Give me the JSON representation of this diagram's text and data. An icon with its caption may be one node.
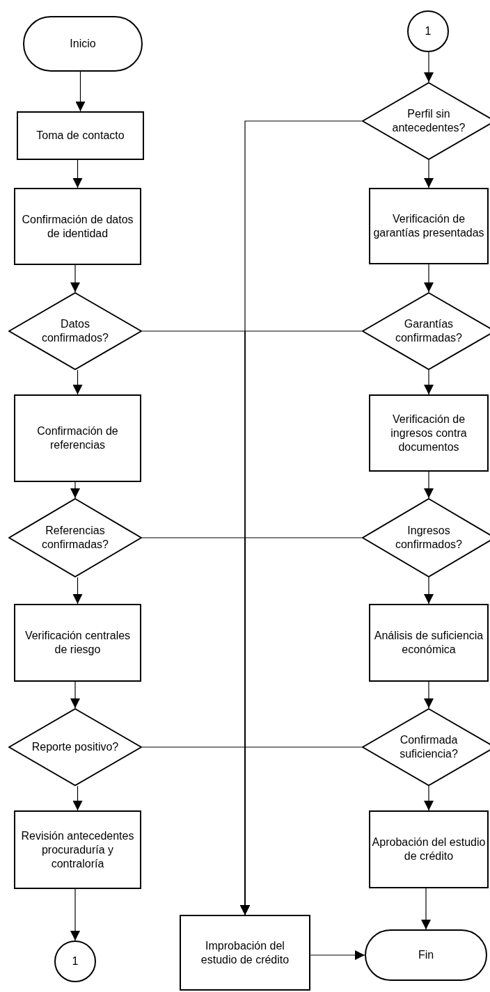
{
  "diagram": {
    "nodes": [
      {
        "text": [
          "Inicio"
        ]
      },
      {
        "text": [
          "Toma de contacto"
        ]
      },
      {
        "text": [
          "Confirmación de datos de identidad"
        ]
      },
      {
        "text": [
          "Datos confirmados?"
        ]
      },
      {
        "text": [
          "Confirmación de referencias"
        ]
      },
      {
        "text": [
          "Referencias confirmadas?"
        ]
      },
      {
        "text": [
          "Verificación centrales de riesgo"
        ]
      },
      {
        "text": [
          "Reporte positivo?"
        ]
      },
      {
        "text": [
          "Revisión antecedentes procuraduría y contraloría"
        ]
      },
      {
        "text": [
          "1"
        ]
      },
      {
        "text": [
          "1"
        ]
      },
      {
        "text": [
          "Perfil sin antecedentes?"
        ]
      },
      {
        "text": [
          "Verificación de garantías presentadas"
        ]
      },
      {
        "text": [
          "Garantías confirmadas?"
        ]
      },
      {
        "text": [
          "Verificación de ingresos contra documentos"
        ]
      },
      {
        "text": [
          "Ingresos confirmados?"
        ]
      },
      {
        "text": [
          "Análisis de suficiencia económica"
        ]
      },
      {
        "text": [
          "Confirmada suficiencia?"
        ]
      },
      {
        "text": [
          "Aprobación del estudio de crédito"
        ]
      },
      {
        "text": [
          "Improbación del estudio de crédito"
        ]
      },
      {
        "text": [
          "Fin"
        ]
      }
    ],
    "edges": [
      {
        "from": 0,
        "to": 1,
        "arrow": "to"
      },
      {
        "from": 1,
        "to": 2,
        "arrow": "to"
      },
      {
        "from": 2,
        "to": 3,
        "arrow": "to"
      },
      {
        "from": 3,
        "to": 4,
        "arrow": "to"
      },
      {
        "from": 4,
        "to": 5,
        "arrow": "to"
      },
      {
        "from": 5,
        "to": 6,
        "arrow": "to"
      },
      {
        "from": 6,
        "to": 7,
        "arrow": "to"
      },
      {
        "from": 7,
        "to": 8,
        "arrow": "to"
      },
      {
        "from": 8,
        "to": 9,
        "arrow": "to"
      },
      {
        "from": 10,
        "to": 11,
        "arrow": "to"
      },
      {
        "from": 11,
        "to": 12,
        "arrow": "to"
      },
      {
        "from": 12,
        "to": 13,
        "arrow": "to"
      },
      {
        "from": 13,
        "to": 14,
        "arrow": "to"
      },
      {
        "from": 14,
        "to": 15,
        "arrow": "to"
      },
      {
        "from": 15,
        "to": 16,
        "arrow": "to"
      },
      {
        "from": 16,
        "to": 17,
        "arrow": "to"
      },
      {
        "from": 17,
        "to": 18,
        "arrow": "to"
      },
      {
        "from": 18,
        "to": 20,
        "arrow": "to"
      },
      {
        "from": 19,
        "to": 20,
        "arrow": "to"
      },
      {
        "from": 11,
        "to": 19,
        "arrow": "to"
      },
      {
        "from": 3,
        "to": 19,
        "arrow": "to"
      },
      {
        "from": 13,
        "to": 19,
        "arrow": "to"
      },
      {
        "from": 5,
        "to": 19,
        "arrow": "to"
      },
      {
        "from": 15,
        "to": 19,
        "arrow": "to"
      },
      {
        "from": 7,
        "to": 19,
        "arrow": "to"
      },
      {
        "from": 17,
        "to": 19,
        "arrow": "to"
      }
    ]
  }
}
